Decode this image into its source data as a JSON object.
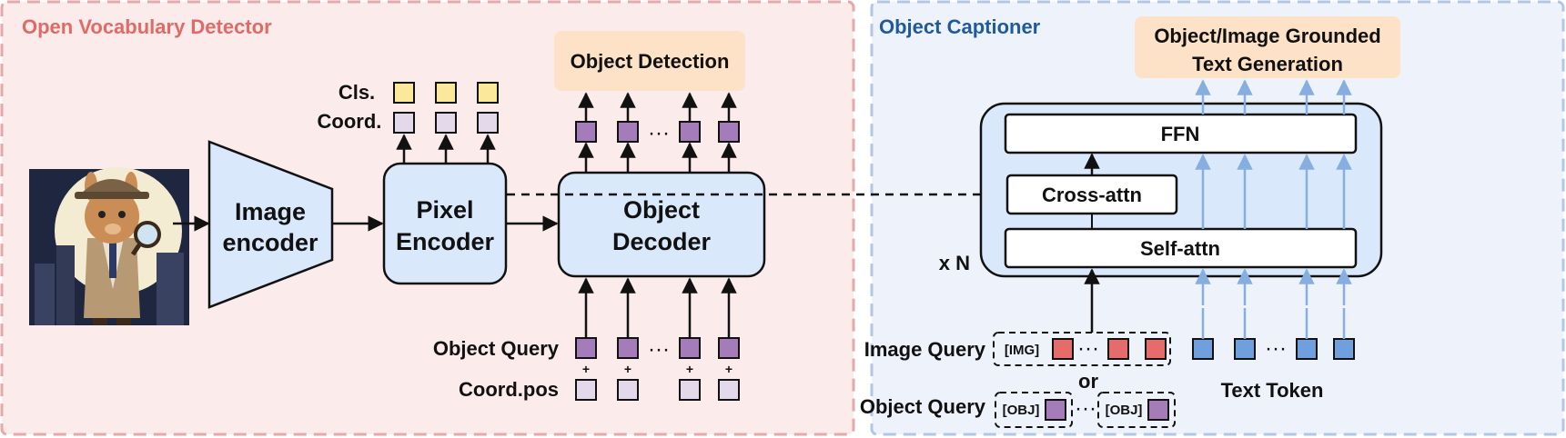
{
  "panels": {
    "detector": {
      "title": "Open Vocabulary Detector"
    },
    "captioner": {
      "title": "Object Captioner"
    }
  },
  "blocks": {
    "image_encoder": [
      "Image",
      "encoder"
    ],
    "pixel_encoder": [
      "Pixel",
      "Encoder"
    ],
    "object_decoder": [
      "Object",
      "Decoder"
    ],
    "object_detection": "Object Detection",
    "text_generation": [
      "Object/Image Grounded",
      "Text Generation"
    ],
    "ffn": "FFN",
    "cross_attn": "Cross-attn",
    "self_attn": "Self-attn"
  },
  "labels": {
    "cls": "Cls.",
    "coord": "Coord.",
    "object_query": "Object Query",
    "coord_pos": "Coord.pos",
    "x_n": "x N",
    "image_query": "Image Query",
    "object_query_cap": "Object Query",
    "or": "or",
    "text_token": "Text Token",
    "img_token": "[IMG]",
    "obj_token": "[OBJ]",
    "ellipsis": "···",
    "plus": "+"
  },
  "colors": {
    "detector_bg": "#fcebeb",
    "detector_border": "#e2aaaa",
    "detector_title": "#e06a66",
    "captioner_bg": "#eef3fb",
    "captioner_border": "#b4c7e2",
    "captioner_title": "#1f5a9c",
    "block_fill": "#dae8fc",
    "output_fill": "#fde2c7",
    "cls_token": "#fce89a",
    "coord_token": "#e3d9ea",
    "query_token": "#a37cb9",
    "image_query_token": "#e66c6c",
    "text_token_fill": "#6f9fdc",
    "blue_arrow": "#86aee0"
  },
  "icons": {
    "mascot": "llama-detective-icon"
  }
}
